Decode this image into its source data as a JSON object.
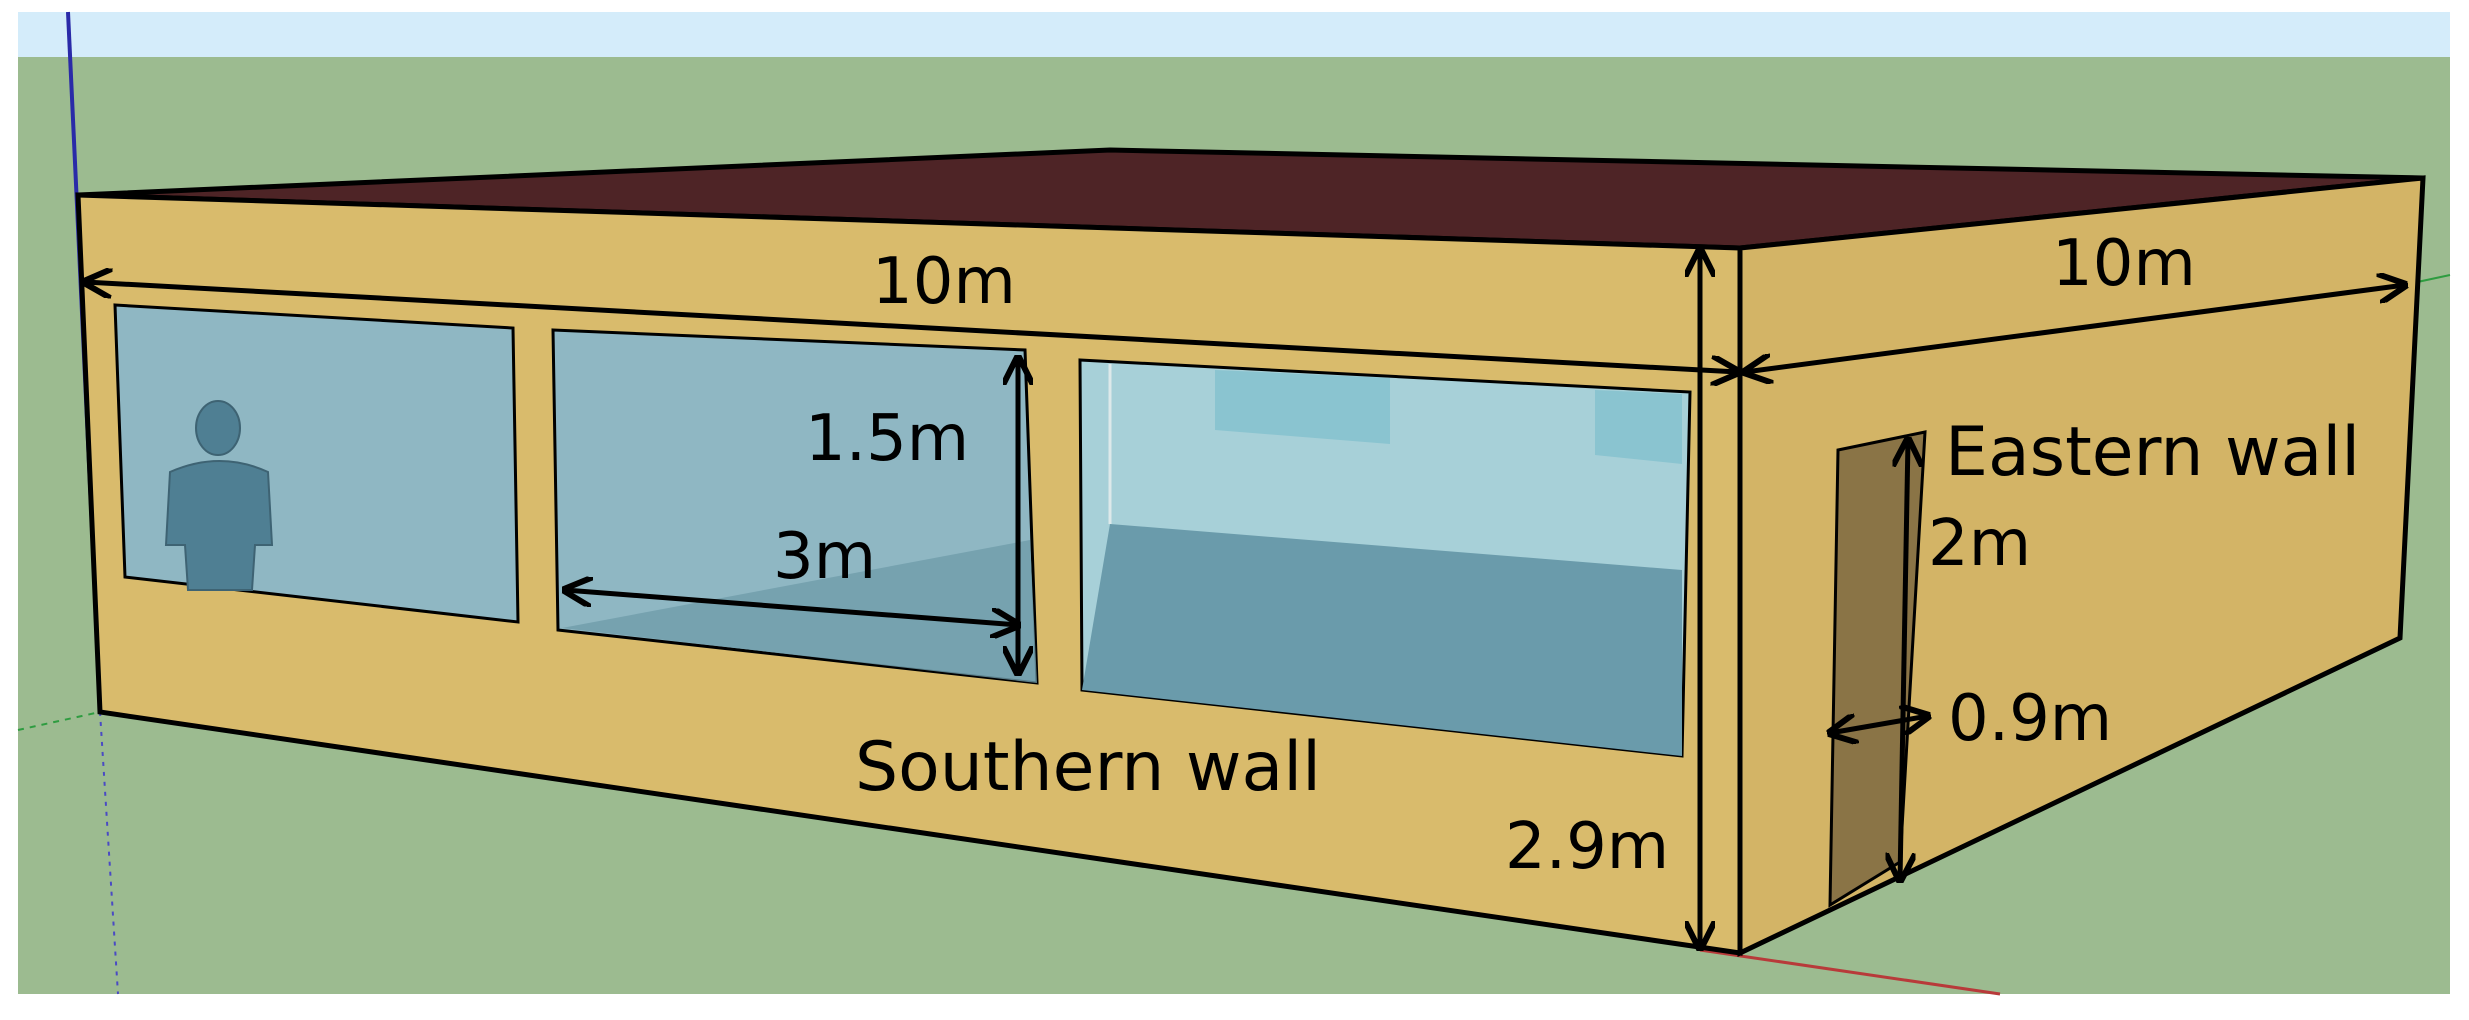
{
  "labels": {
    "south_length": "10m",
    "east_length": "10m",
    "window_height": "1.5m",
    "window_width": "3m",
    "south_wall": "Southern wall",
    "east_wall": "Eastern wall",
    "door_height": "2m",
    "door_width": "0.9m",
    "wall_height": "2.9m"
  },
  "colors": {
    "sky": "#d4ecfa",
    "ground": "#9cbb90",
    "roof": "#4e2426",
    "wall": "#d9bb6c",
    "wall_shade": "#cfae62",
    "glass": "#8fb7c3",
    "door": "#8a7446"
  }
}
